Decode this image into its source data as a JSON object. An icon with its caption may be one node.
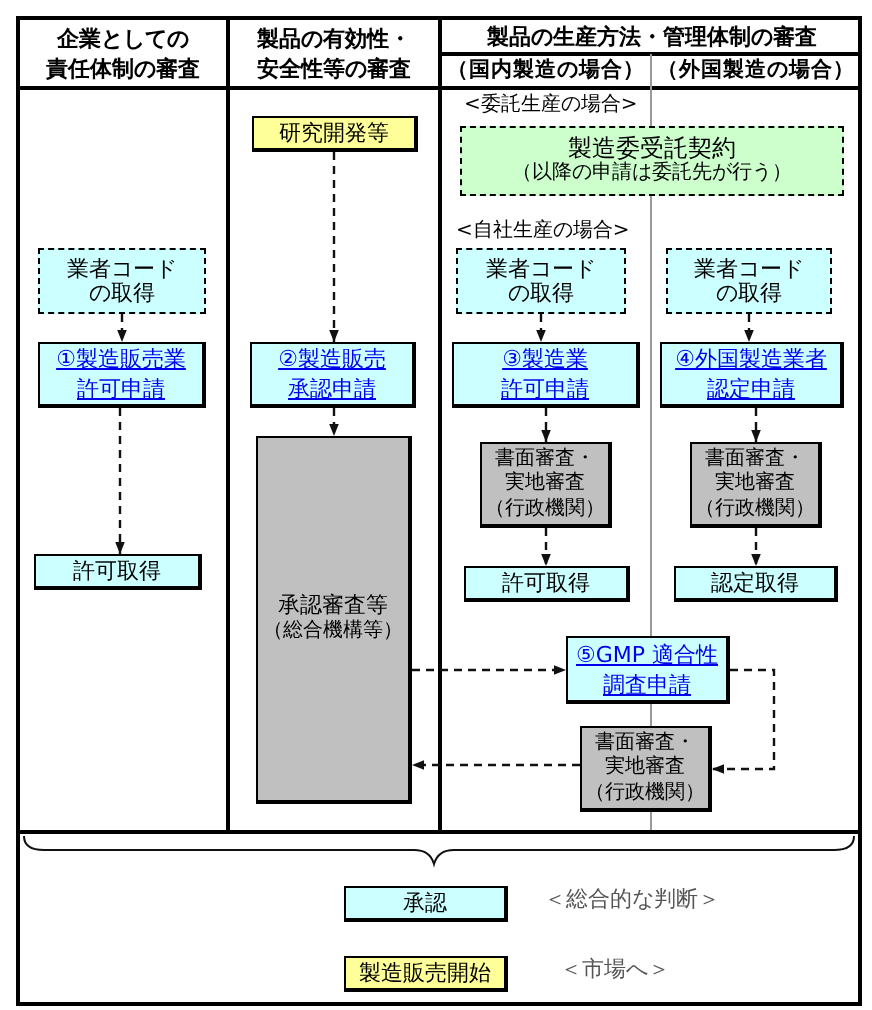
{
  "diagram": {
    "nodes": [
      {
        "text": [
          "業者コードの取得"
        ]
      },
      {
        "text": [
          "①製造販売業許可申請"
        ]
      },
      {
        "text": [
          "許可取得"
        ]
      },
      {
        "text": [
          "研究開発等"
        ]
      },
      {
        "text": [
          "②製造販売承認申請"
        ]
      },
      {
        "text": [
          "承認審査等",
          "（総合機構等）"
        ]
      },
      {
        "text": [
          "製造委受託契約",
          "（以降の申請は委託先が行う）"
        ],
        "beside": [
          "<委託生産の場合>"
        ]
      },
      {
        "text": [
          "業者コードの取得"
        ],
        "beside": [
          "<自社生産の場合>"
        ]
      },
      {
        "text": [
          "③製造業許可申請"
        ]
      },
      {
        "text": [
          "書面審査・実地審査",
          "（行政機関）"
        ]
      },
      {
        "text": [
          "許可取得"
        ]
      },
      {
        "text": [
          "業者コードの取得"
        ]
      },
      {
        "text": [
          "④外国製造業者認定申請"
        ]
      },
      {
        "text": [
          "書面審査・実地審査",
          "（行政機関）"
        ]
      },
      {
        "text": [
          "認定取得"
        ]
      },
      {
        "text": [
          "⑤GMP 適合性調査申請"
        ]
      },
      {
        "text": [
          "書面審査・実地審査",
          "（行政機関）"
        ]
      },
      {
        "text": [
          "承認"
        ],
        "beside": [
          "＜総合的な判断＞"
        ]
      },
      {
        "text": [
          "製造販売開始"
        ],
        "beside": [
          "＜市場へ＞"
        ]
      }
    ],
    "edges": [
      {
        "from": 0,
        "to": 1,
        "arrow": "to",
        "style": "dashed"
      },
      {
        "from": 1,
        "to": 2,
        "arrow": "to",
        "style": "dashed"
      },
      {
        "from": 3,
        "to": 4,
        "arrow": "to",
        "style": "dashed"
      },
      {
        "from": 4,
        "to": 5,
        "arrow": "to",
        "style": "dashed"
      },
      {
        "from": 7,
        "to": 8,
        "arrow": "to",
        "style": "dashed"
      },
      {
        "from": 8,
        "to": 9,
        "arrow": "to",
        "style": "dashed"
      },
      {
        "from": 9,
        "to": 10,
        "arrow": "to",
        "style": "dashed"
      },
      {
        "from": 11,
        "to": 12,
        "arrow": "to",
        "style": "dashed"
      },
      {
        "from": 12,
        "to": 13,
        "arrow": "to",
        "style": "dashed"
      },
      {
        "from": 13,
        "to": 14,
        "arrow": "to",
        "style": "dashed"
      },
      {
        "from": 5,
        "to": 15,
        "arrow": "to",
        "style": "dashed"
      },
      {
        "from": 15,
        "to": 16,
        "arrow": "to",
        "style": "dashed"
      },
      {
        "from": 16,
        "to": 5,
        "arrow": "to",
        "style": "dashed"
      }
    ],
    "labels": [
      "企業としての責任体制の審査",
      "製品の有効性・安全性等の審査",
      "製品の生産方法・管理体制の審査",
      "（国内製造の場合）",
      "（外国製造の場合）"
    ]
  }
}
